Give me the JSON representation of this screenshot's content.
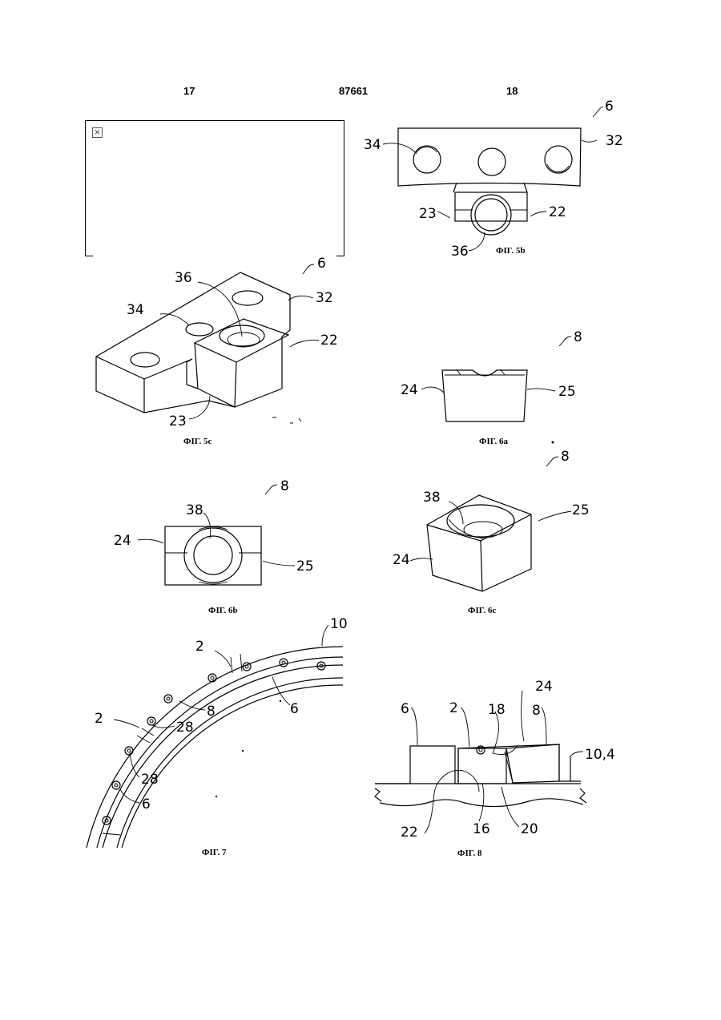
{
  "header": {
    "left_page": "17",
    "patent_number": "87661",
    "right_page": "18"
  },
  "broken_image": {
    "icon": "broken-image-icon"
  },
  "figures": {
    "fig5b": {
      "caption": "ФІГ. 5b",
      "labels": {
        "l6": "6",
        "l34": "34",
        "l32": "32",
        "l23": "23",
        "l22": "22",
        "l36": "36"
      }
    },
    "fig5c": {
      "caption": "ФІГ. 5c",
      "labels": {
        "l6": "6",
        "l36": "36",
        "l32": "32",
        "l34": "34",
        "l22": "22",
        "l23": "23"
      }
    },
    "fig6a": {
      "caption": "ФІГ. 6a",
      "labels": {
        "l8": "8",
        "l24": "24",
        "l25": "25"
      }
    },
    "fig6b": {
      "caption": "ФІГ. 6b",
      "labels": {
        "l8": "8",
        "l38": "38",
        "l24": "24",
        "l25": "25"
      }
    },
    "fig6c": {
      "caption": "ФІГ. 6c",
      "labels": {
        "l8": "8",
        "l38": "38",
        "l25": "25",
        "l24": "24"
      }
    },
    "fig7": {
      "caption": "ФІГ. 7",
      "labels": {
        "l10": "10",
        "l2a": "2",
        "l8": "8",
        "l6a": "6",
        "l2b": "2",
        "l28a": "28",
        "l28b": "28",
        "l6b": "6"
      }
    },
    "fig8": {
      "caption": "ФІГ. 8",
      "labels": {
        "l24": "24",
        "l6": "6",
        "l2": "2",
        "l18": "18",
        "l8": "8",
        "l104": "10,4",
        "l22": "22",
        "l16": "16",
        "l20": "20"
      }
    }
  }
}
